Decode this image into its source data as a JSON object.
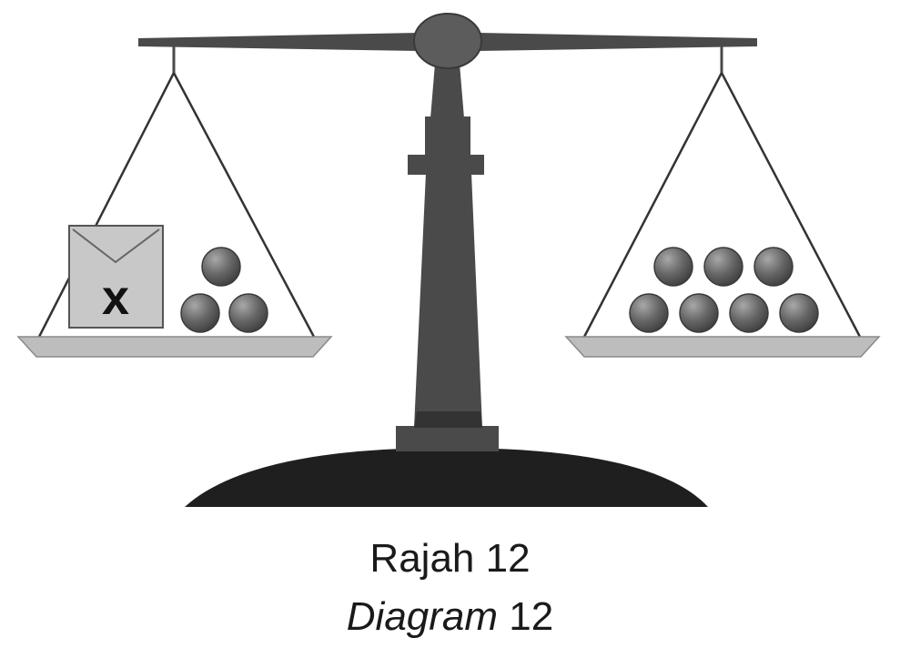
{
  "left_pan": {
    "box_label": "x",
    "marble_count": 3
  },
  "right_pan": {
    "marble_count": 7
  },
  "caption": {
    "malay_word": "Rajah",
    "malay_number": "12",
    "english_word": "Diagram",
    "english_number": "12"
  },
  "colors": {
    "structure": "#4a4a4a",
    "base": "#1f1f1f",
    "pan": "#bdbdbd",
    "marble": "#666666",
    "box_fill": "#c8c8c8"
  }
}
